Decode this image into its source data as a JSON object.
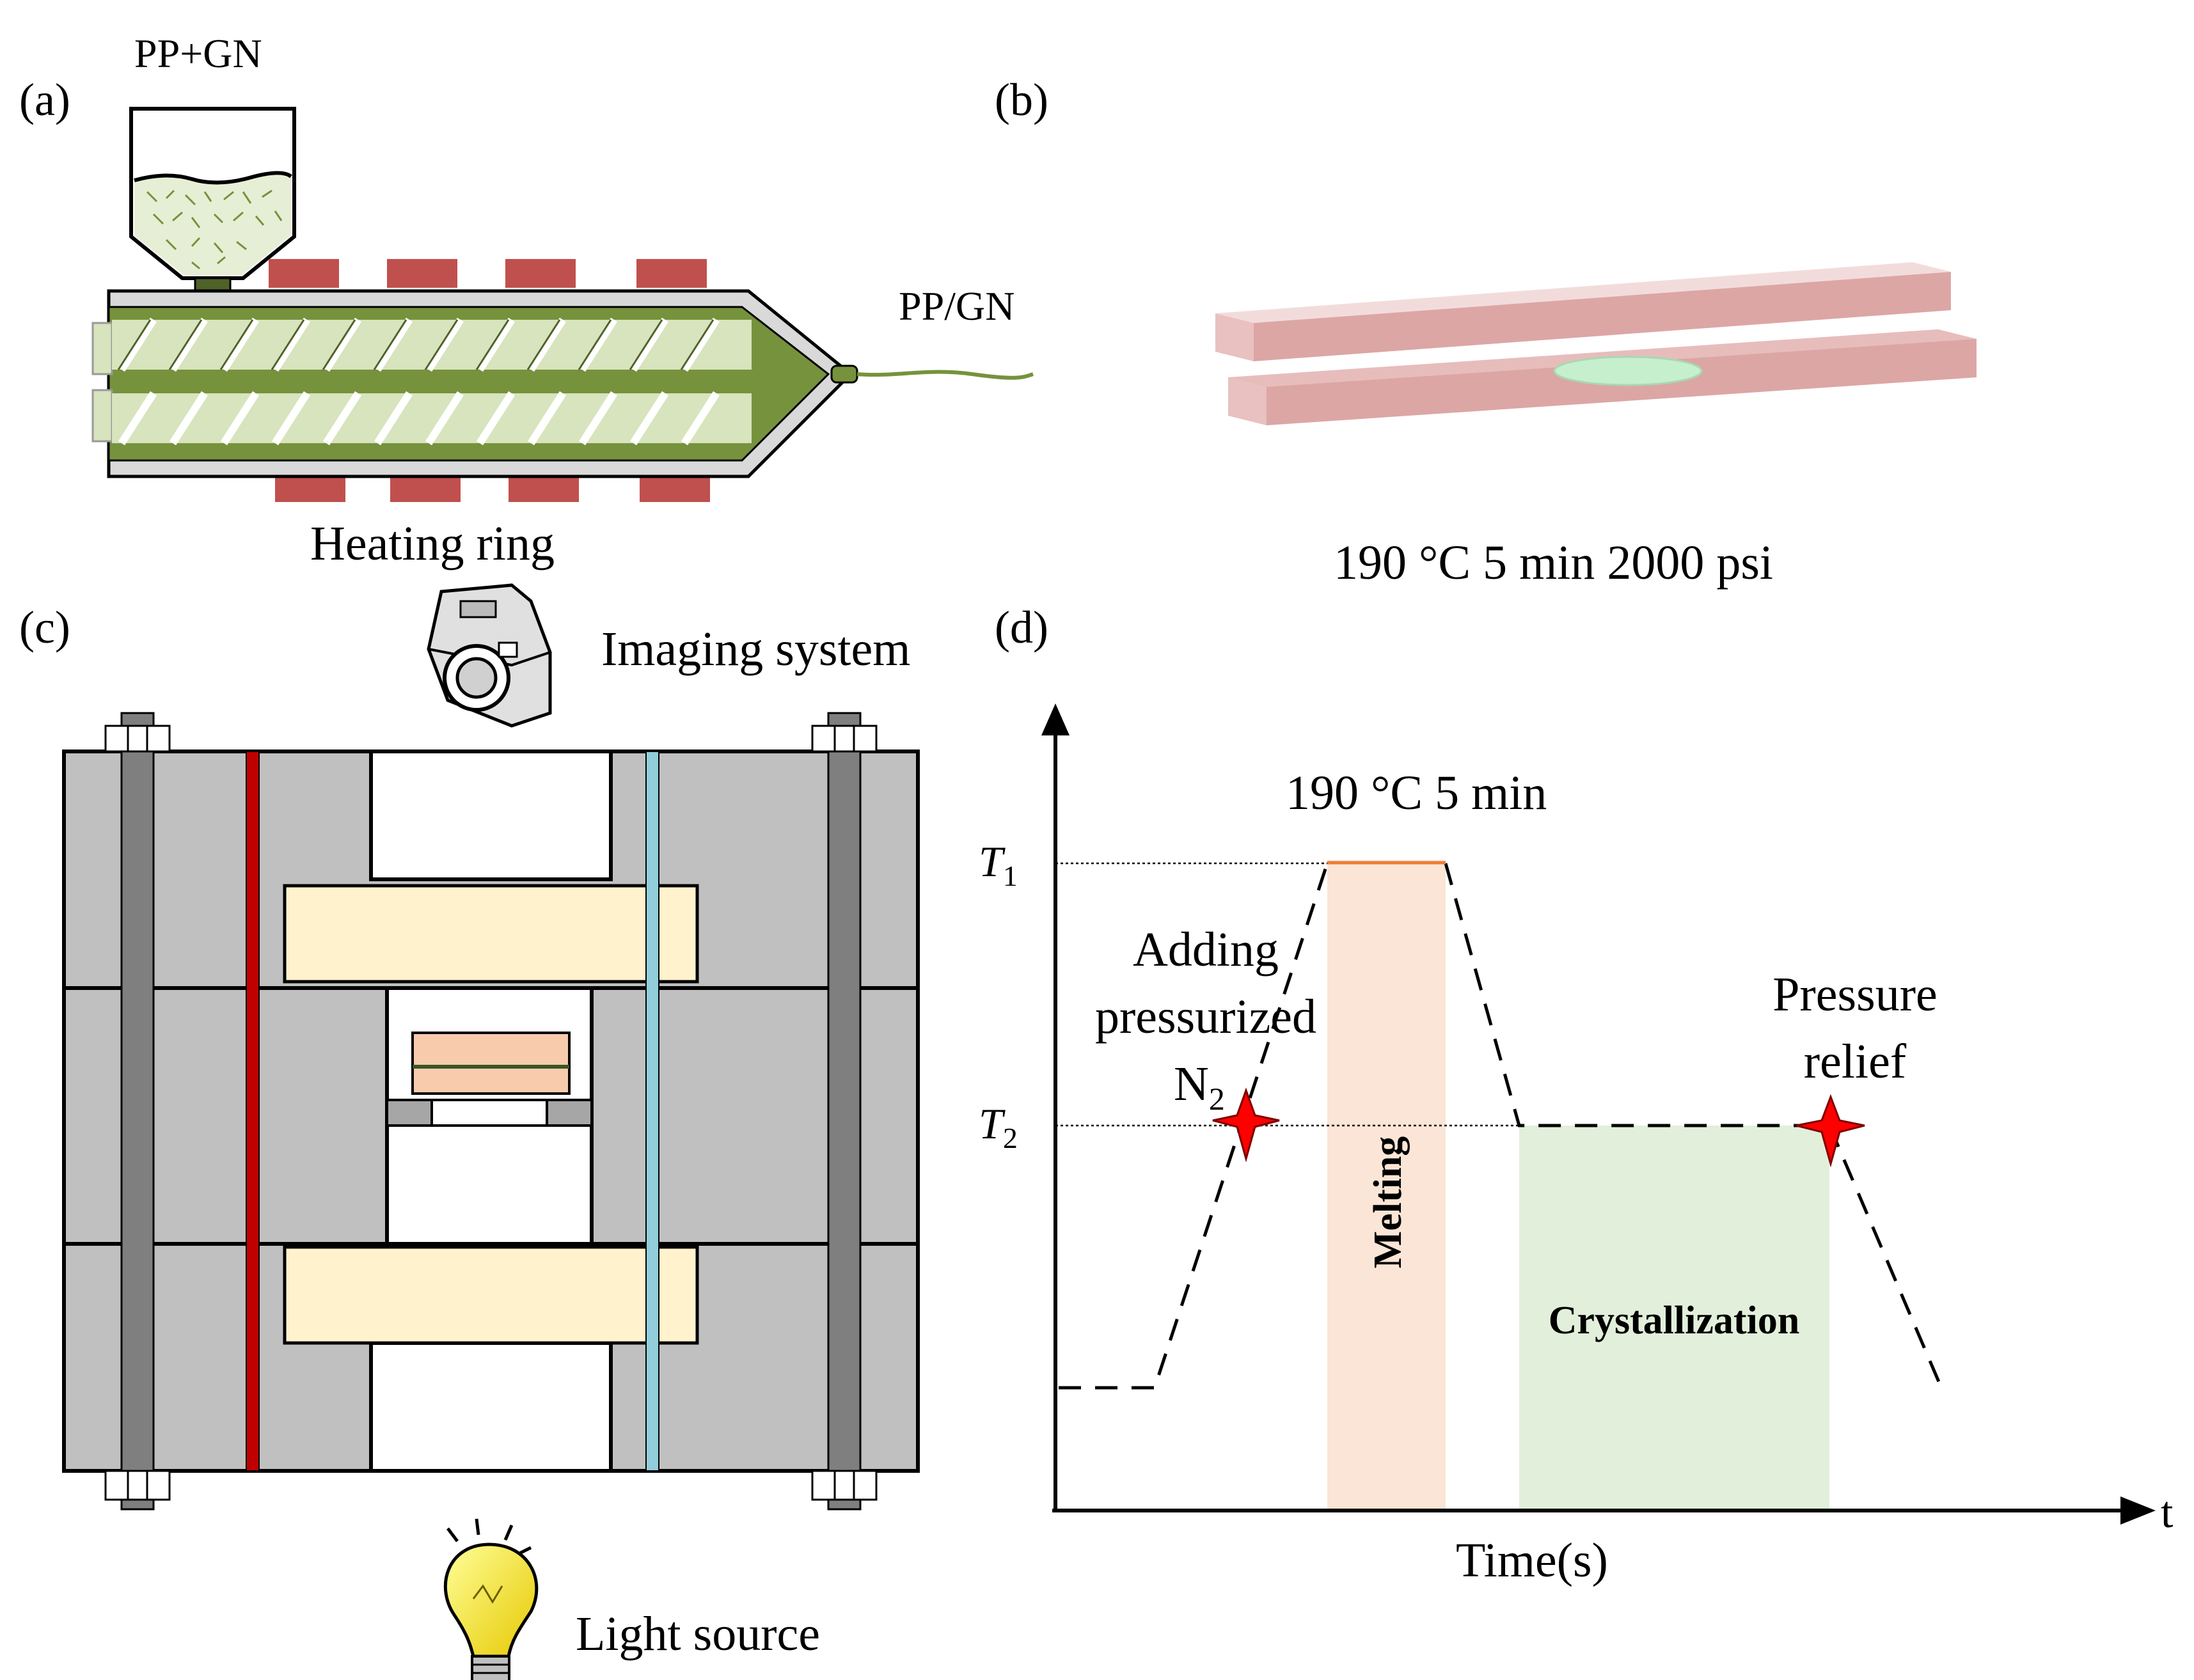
{
  "panels": {
    "a": {
      "label": "(a)",
      "feed_label": "PP+GN",
      "output_label": "PP/GN",
      "heater_label": "Heating ring"
    },
    "b": {
      "label": "(b)",
      "condition_label": "190 °C 5 min 2000 psi"
    },
    "c": {
      "label": "(c)",
      "camera_label": "Imaging system",
      "light_label": "Light source"
    },
    "d": {
      "label": "(d)",
      "y_tick_t1": "T",
      "y_tick_t1_sub": "1",
      "y_tick_t2": "T",
      "y_tick_t2_sub": "2",
      "hold_label": "190 °C 5 min",
      "add_n2_line1": "Adding",
      "add_n2_line2": "pressurized",
      "add_n2_line3": "N",
      "add_n2_sub": "2",
      "relief_line1": "Pressure",
      "relief_line2": "relief",
      "melting_label": "Melting",
      "crystallization_label": "Crystallization",
      "x_axis_label": "Time(s)",
      "x_axis_end": "t"
    }
  },
  "colors": {
    "heater": "#c0504d",
    "melt_green": "#76923c",
    "screw_fill": "#d7e4bd",
    "plate_pink": "#e6b9b8",
    "drop_green": "#c6efce",
    "frame_gray": "#c0c0c0",
    "bolt_gray": "#7f7f7f",
    "window_cream": "#fff2cc",
    "red_rod": "#c00000",
    "blue_rod": "#92cddc",
    "melting_band": "#fbe5d6",
    "crystal_band": "#e2efda",
    "star_red": "#ff0000",
    "hold_line": "#ed7d31"
  }
}
